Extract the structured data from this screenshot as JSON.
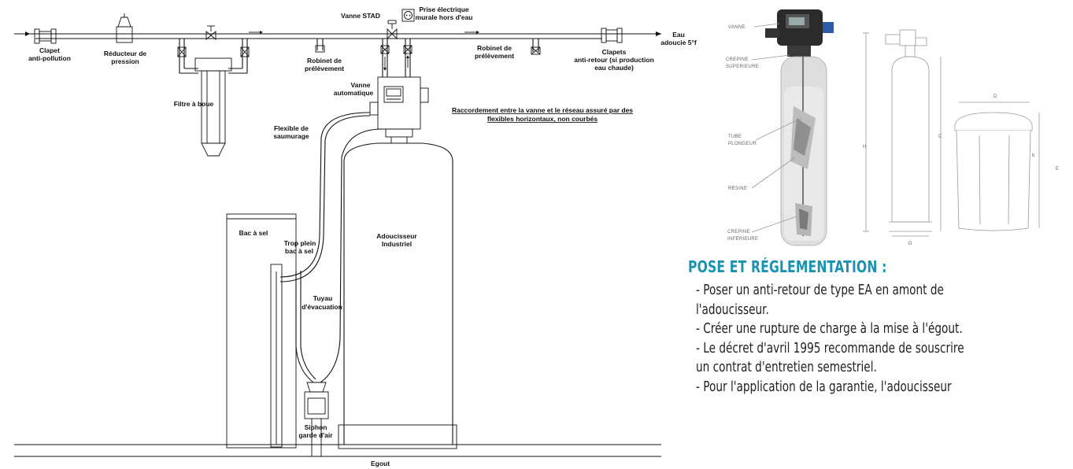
{
  "schema": {
    "labels": {
      "clapet_antipollution": [
        "Clapet",
        "anti-pollution"
      ],
      "reducteur": [
        "Réducteur de",
        "pression"
      ],
      "filtre": "Filtre à boue",
      "vanne_stad": "Vanne STAD",
      "prise": [
        "Prise électrique",
        "murale hors d'eau"
      ],
      "robinet1": [
        "Robinet de",
        "prélèvement"
      ],
      "robinet2": [
        "Robinet de",
        "prélèvement"
      ],
      "clapets_antiretour": [
        "Clapets",
        "anti-retour (si production",
        "eau chaude)"
      ],
      "eau_adoucie": [
        "Eau",
        "adoucie 5°f"
      ],
      "vanne_auto": [
        "Vanne",
        "automatique"
      ],
      "raccordement": [
        "Raccordement entre la vanne et le réseau assuré par des",
        "flexibles horizontaux, non courbés"
      ],
      "flexible": [
        "Flexible de",
        "saumurage"
      ],
      "bac_sel": "Bac à sel",
      "trop_plein": [
        "Trop plein",
        "bac à sel"
      ],
      "adoucisseur": [
        "Adoucisseur",
        "Industriel"
      ],
      "tuyau": [
        "Tuyau",
        "d'évacuation"
      ],
      "siphon": [
        "Siphon",
        "garde d'air"
      ],
      "egout": "Egout"
    }
  },
  "photo": {
    "labels": {
      "vanne": "VANNE",
      "crepine_sup": [
        "CREPINE",
        "SUPERIEURE"
      ],
      "tube": [
        "TUBE",
        "PLONGEUR"
      ],
      "resine": "RESINE",
      "crepine_inf": [
        "CREPINE",
        "INFERIEURE"
      ]
    }
  },
  "dimensions": {
    "H": "H",
    "C": "C",
    "D_bottom": "D",
    "D_top": "D",
    "E": "E",
    "b": "b"
  },
  "pose": {
    "title": "POSE ET RÉGLEMENTATION :",
    "lines": [
      "- Poser un anti-retour de type EA en amont de",
      "  l'adoucisseur.",
      "- Créer une rupture de charge à la mise à l'égout.",
      "- Le décret d'avril 1995 recommande de souscrire",
      "  un contrat d'entretien semestriel.",
      "- Pour l'application de la garantie, l'adoucisseur"
    ]
  }
}
